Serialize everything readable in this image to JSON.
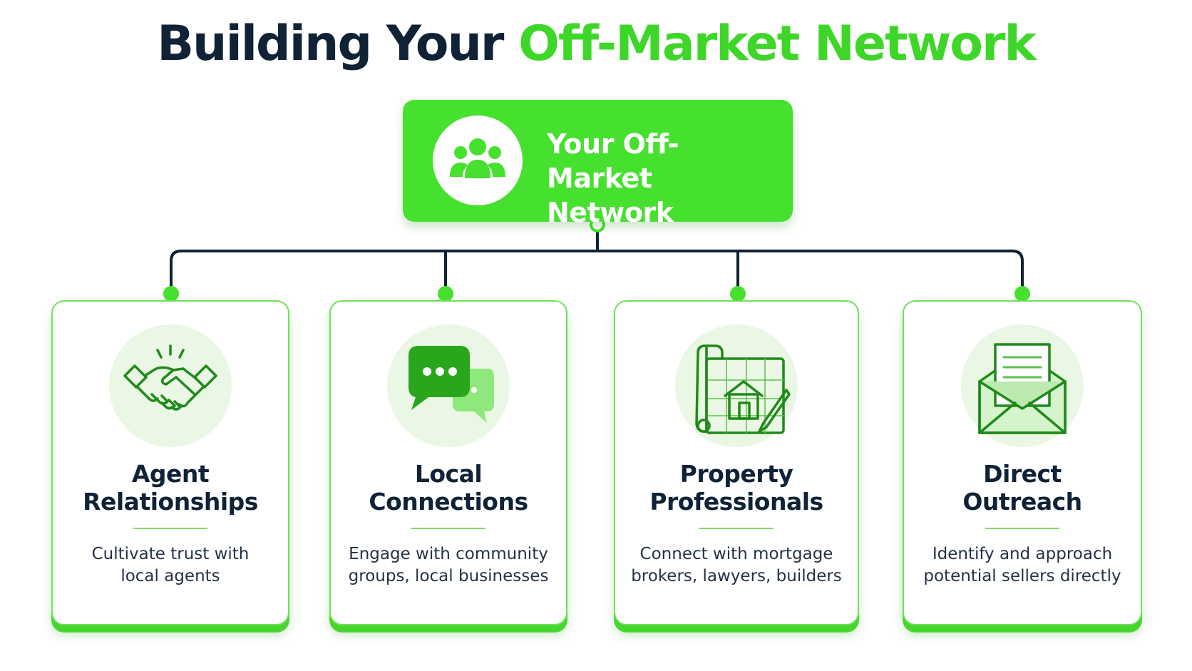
{
  "title": {
    "part1": "Building Your",
    "part2": "Off-Market Network"
  },
  "hub": {
    "icon": "group-icon",
    "line1": "Your Off-Market",
    "line2": "Network"
  },
  "colors": {
    "accent": "#46e02e",
    "title_green": "#3fd62a",
    "dark": "#0f2236",
    "icon_bg": "#eaf7e4"
  },
  "cards": [
    {
      "icon": "handshake-icon",
      "title1": "Agent",
      "title2": "Relationships",
      "desc1": "Cultivate trust with",
      "desc2": "local agents"
    },
    {
      "icon": "chat-bubbles-icon",
      "title1": "Local",
      "title2": "Connections",
      "desc1": "Engage with community",
      "desc2": "groups, local businesses"
    },
    {
      "icon": "blueprint-house-icon",
      "title1": "Property",
      "title2": "Professionals",
      "desc1": "Connect with mortgage",
      "desc2": "brokers, lawyers, builders"
    },
    {
      "icon": "envelope-letter-icon",
      "title1": "Direct",
      "title2": "Outreach",
      "desc1": "Identify and approach",
      "desc2": "potential sellers directly"
    }
  ]
}
